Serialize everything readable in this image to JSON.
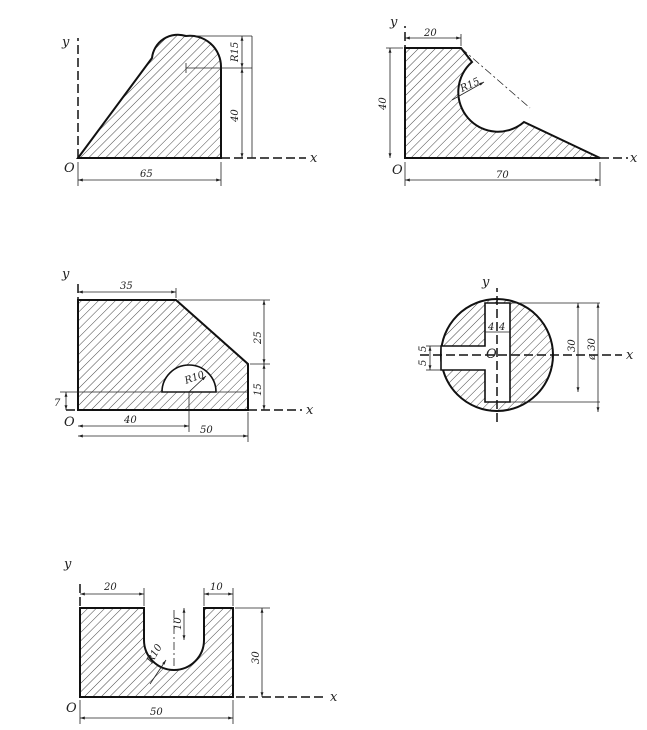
{
  "figures": [
    {
      "id": "fig1",
      "axis_x": "x",
      "axis_y": "y",
      "origin": "O",
      "dims": [
        "65",
        "40",
        "R15"
      ]
    },
    {
      "id": "fig2",
      "axis_x": "x",
      "axis_y": "y",
      "origin": "O",
      "dims": [
        "20",
        "40",
        "70",
        "R15"
      ]
    },
    {
      "id": "fig3",
      "axis_x": "x",
      "axis_y": "y",
      "origin": "O",
      "dims": [
        "35",
        "25",
        "15",
        "7",
        "40",
        "50",
        "R10"
      ]
    },
    {
      "id": "fig4",
      "axis_x": "x",
      "axis_y": "y",
      "origin": "O",
      "dims": [
        "4",
        "4",
        "5",
        "5",
        "30",
        "ø 30"
      ]
    },
    {
      "id": "fig5",
      "axis_x": "x",
      "axis_y": "y",
      "origin": "O",
      "dims": [
        "20",
        "10",
        "10",
        "R10",
        "30",
        "50"
      ]
    }
  ]
}
